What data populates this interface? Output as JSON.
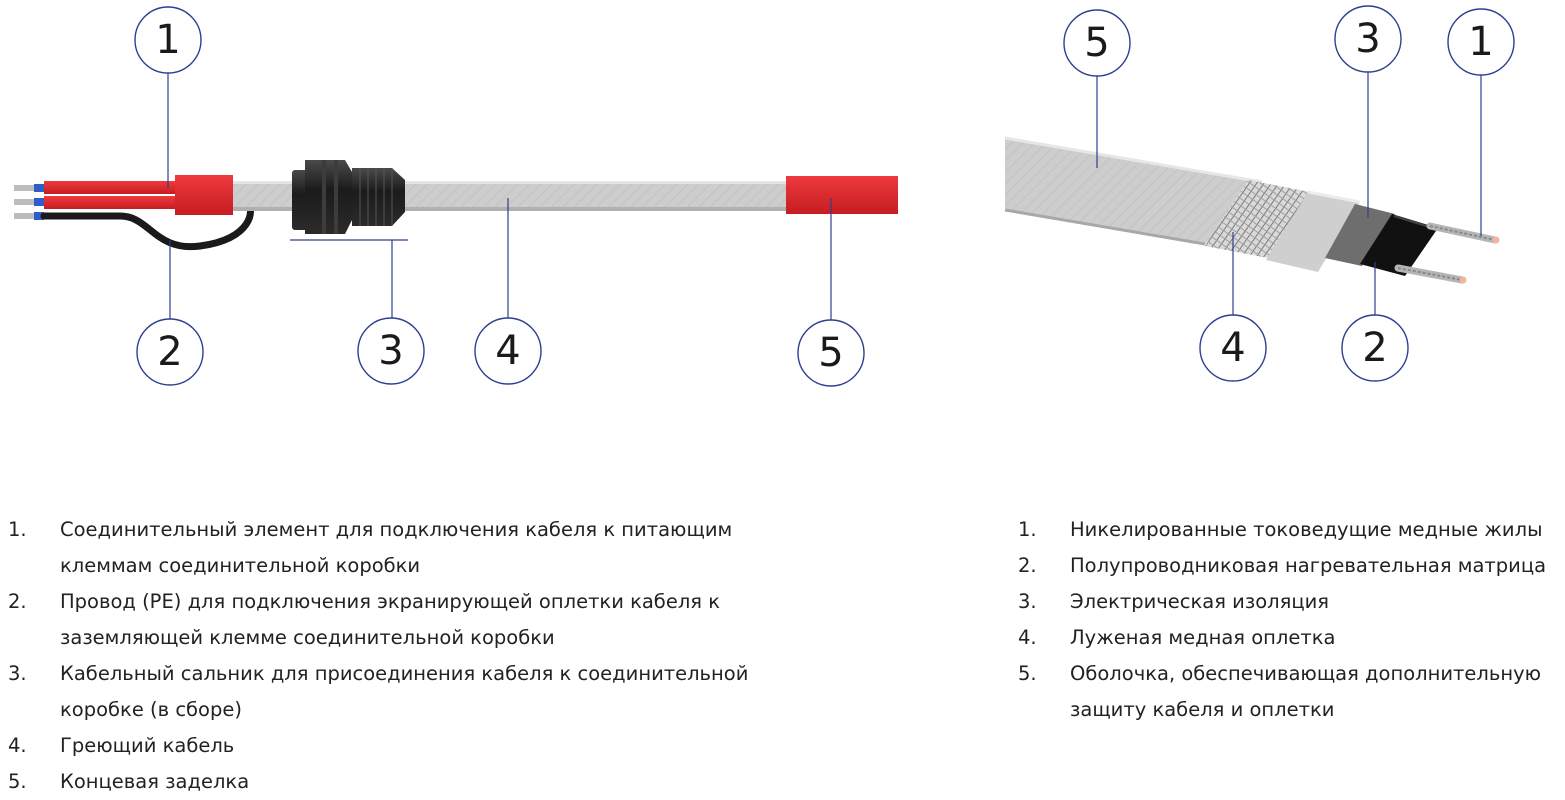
{
  "left_diagram": {
    "callouts": [
      {
        "label": "1"
      },
      {
        "label": "2"
      },
      {
        "label": "3"
      },
      {
        "label": "4"
      },
      {
        "label": "5"
      }
    ]
  },
  "right_diagram": {
    "callouts": [
      {
        "label": "5"
      },
      {
        "label": "3"
      },
      {
        "label": "1"
      },
      {
        "label": "4"
      },
      {
        "label": "2"
      }
    ]
  },
  "colors": {
    "callout": "#2f3f8f",
    "red_sleeve": "#e0262b",
    "sheath": "#c8c8c8",
    "braid": "#9a9a9a",
    "insulation": "#6b6b6b",
    "matrix": "#111111"
  },
  "legend_left": [
    {
      "num": "1.",
      "text": "Соединительный элемент для подключения кабеля к питающим клеммам соединительной коробки"
    },
    {
      "num": "2.",
      "text": "Провод (PE) для подключения экранирующей оплетки кабеля к заземляющей клемме соединительной коробки"
    },
    {
      "num": "3.",
      "text": "Кабельный сальник для присоединения кабеля к соединительной коробке (в сборе)"
    },
    {
      "num": "4.",
      "text": "Греющий кабель"
    },
    {
      "num": "5.",
      "text": "Концевая заделка"
    }
  ],
  "legend_right": [
    {
      "num": "1.",
      "text": "Никелированные токоведущие медные жилы"
    },
    {
      "num": "2.",
      "text": "Полупроводниковая нагревательная матрица"
    },
    {
      "num": "3.",
      "text": "Электрическая изоляция"
    },
    {
      "num": "4.",
      "text": "Луженая медная оплетка"
    },
    {
      "num": "5.",
      "text": "Оболочка, обеспечивающая дополнительную защиту кабеля и оплетки"
    }
  ]
}
